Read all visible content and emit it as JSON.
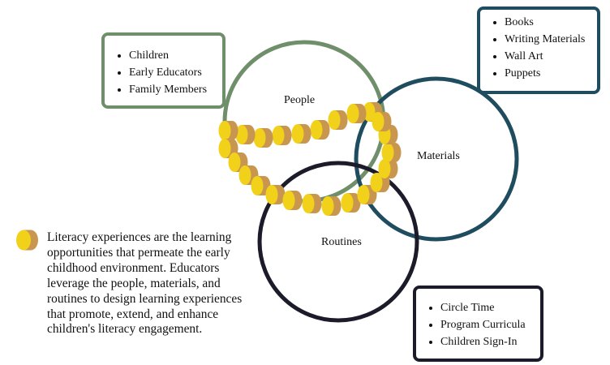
{
  "circles": [
    {
      "id": "people",
      "label": "People",
      "color": "#6f8f6a"
    },
    {
      "id": "materials",
      "label": "Materials",
      "color": "#1f4d5f"
    },
    {
      "id": "routines",
      "label": "Routines",
      "color": "#1c1b2a"
    }
  ],
  "boxes": {
    "people": {
      "items": [
        "Children",
        "Early Educators",
        "Family Members"
      ]
    },
    "materials": {
      "items": [
        "Books",
        "Writing Materials",
        "Wall Art",
        "Puppets"
      ]
    },
    "routines": {
      "items": [
        "Circle Time",
        "Program Curricula",
        "Children Sign-In"
      ]
    }
  },
  "legend": {
    "icon": "bead-icon",
    "text": "Literacy experiences are the learning opportunities that permeate the early childhood environment. Educators leverage the people, materials, and routines to design learning experiences that promote, extend, and enhance children's literacy engagement."
  },
  "bead_colors": {
    "face": "#f2d11b",
    "side": "#c9964f"
  }
}
